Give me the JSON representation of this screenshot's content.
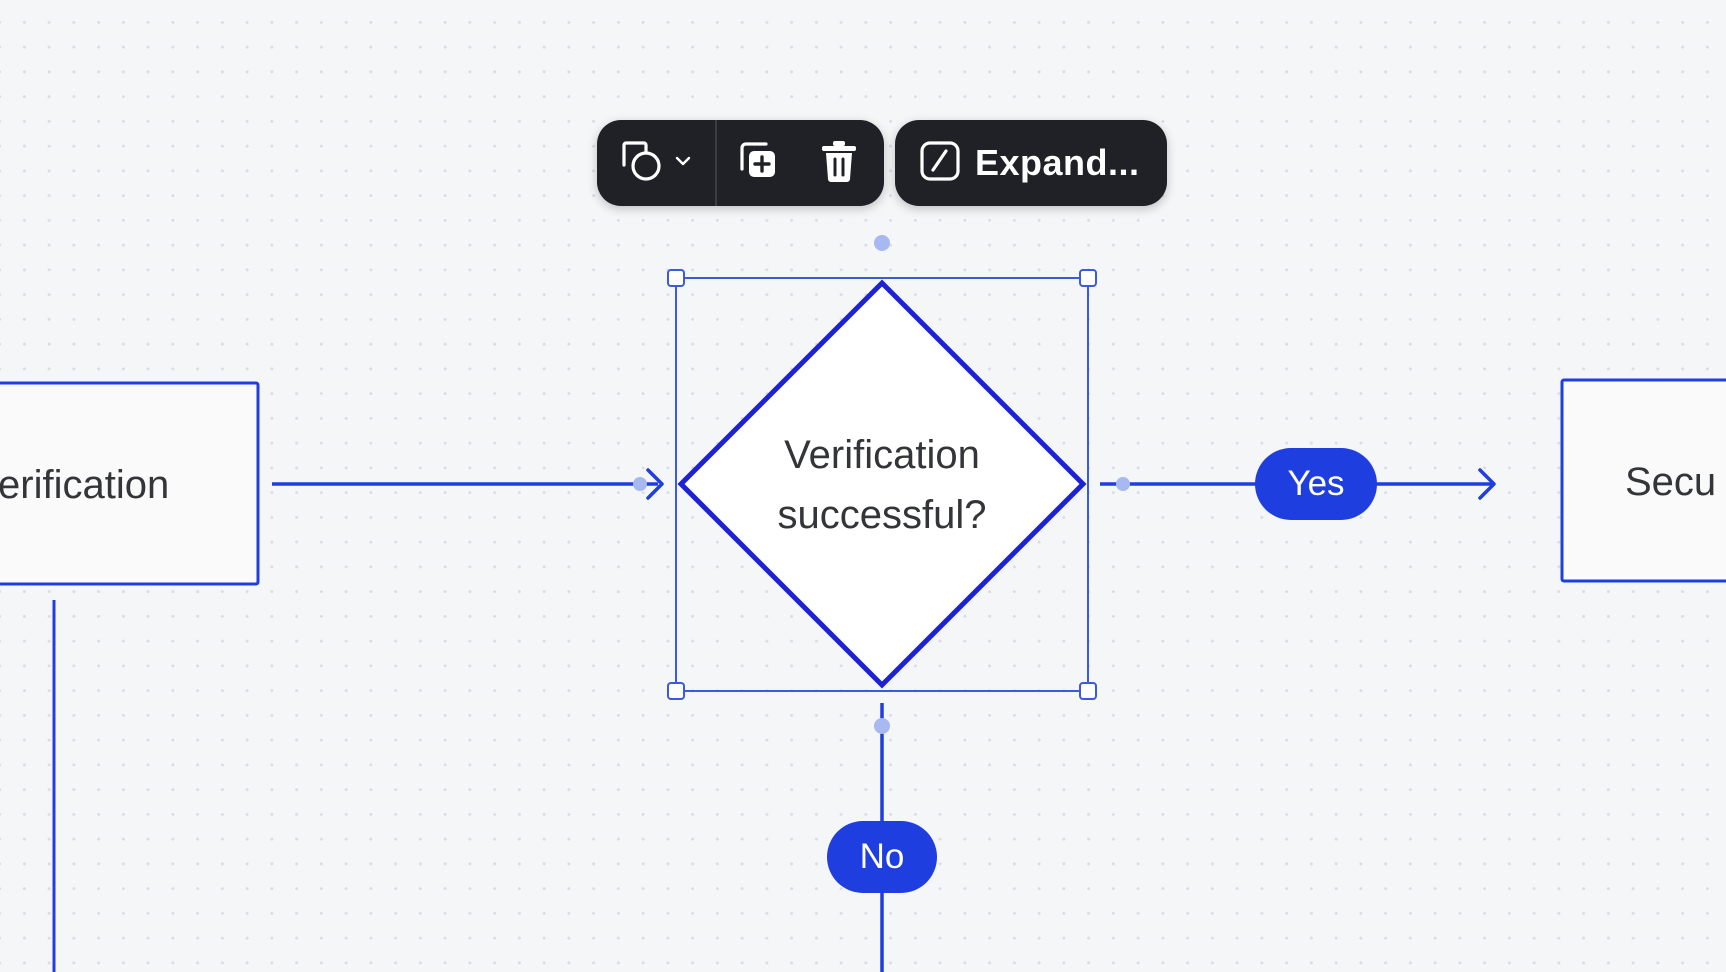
{
  "canvas": {
    "accent_color": "#1e3ee0",
    "selection_color": "#3b5bdb",
    "background_color": "#f5f6f8"
  },
  "toolbar": {
    "shape_picker_icon": "shape-picker-icon",
    "duplicate_icon": "duplicate-icon",
    "delete_icon": "trash-icon",
    "expand_icon": "expand-pen-icon",
    "expand_label": "Expand..."
  },
  "nodes": {
    "left_box_label": "erification",
    "decision_line1": "Verification",
    "decision_line2": "successful?",
    "right_box_label": "Secu"
  },
  "connectors": {
    "yes_label": "Yes",
    "no_label": "No"
  }
}
